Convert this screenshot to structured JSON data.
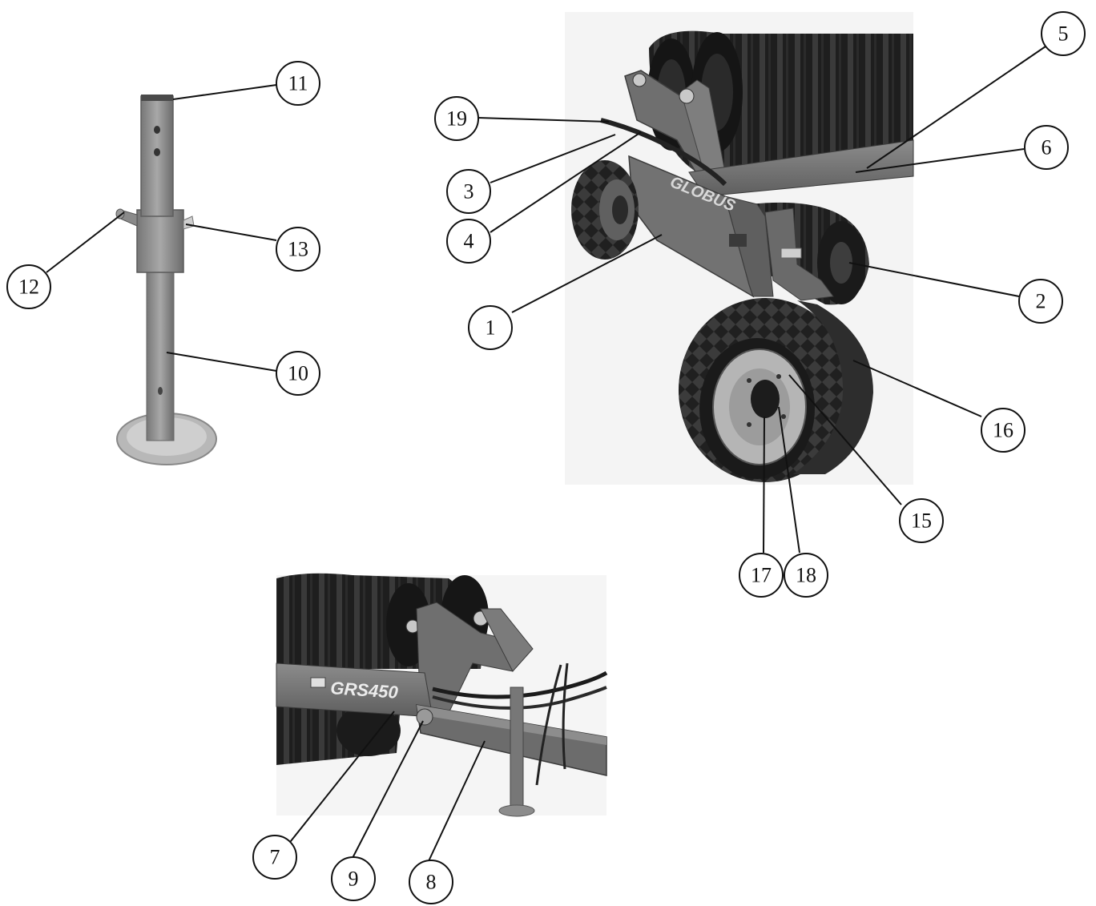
{
  "brand_label": "GLOBUS",
  "model_label": "GRS450",
  "callouts": [
    "1",
    "2",
    "3",
    "4",
    "5",
    "6",
    "7",
    "8",
    "9",
    "10",
    "11",
    "12",
    "13",
    "15",
    "16",
    "17",
    "18",
    "19"
  ],
  "icons": {
    "support_leg_photo": "support-leg-photo",
    "roller_front_photo": "roller-front-photo",
    "drawbar_photo": "drawbar-photo"
  }
}
